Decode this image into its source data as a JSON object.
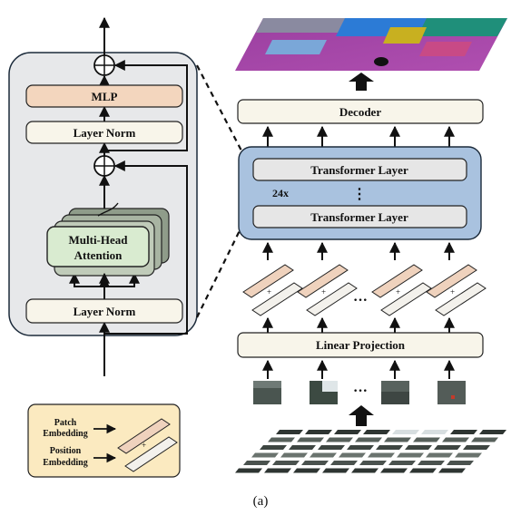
{
  "encoder_block": {
    "mlp_label": "MLP",
    "layer_norm_top_label": "Layer Norm",
    "attention_label_line1": "Multi-Head",
    "attention_label_line2": "Attention",
    "layer_norm_bottom_label": "Layer Norm"
  },
  "pipeline": {
    "decoder_label": "Decoder",
    "transformer_layer_top_label": "Transformer Layer",
    "transformer_layer_bottom_label": "Transformer Layer",
    "repeat_label": "24x",
    "vertical_ellipsis": "⋮",
    "embedding_ellipsis": "···",
    "patch_ellipsis": "···",
    "linear_projection_label": "Linear Projection"
  },
  "legend": {
    "patch_label_line1": "Patch",
    "patch_label_line2": "Embedding",
    "position_label_line1": "Position",
    "position_label_line2": "Embedding"
  },
  "caption": "(a)",
  "colors": {
    "block_bg": "#e7e8ea",
    "mlp_fill": "#f3d6be",
    "norm_fill": "#f8f5ea",
    "attention_fill": "#d9ebd0",
    "attention_back": "#a8b4a2",
    "transformer_panel": "#a9c2df",
    "legend_fill": "#fbeac0",
    "patch_embed": "#efd2bd",
    "position_embed": "#f3f1ec"
  }
}
